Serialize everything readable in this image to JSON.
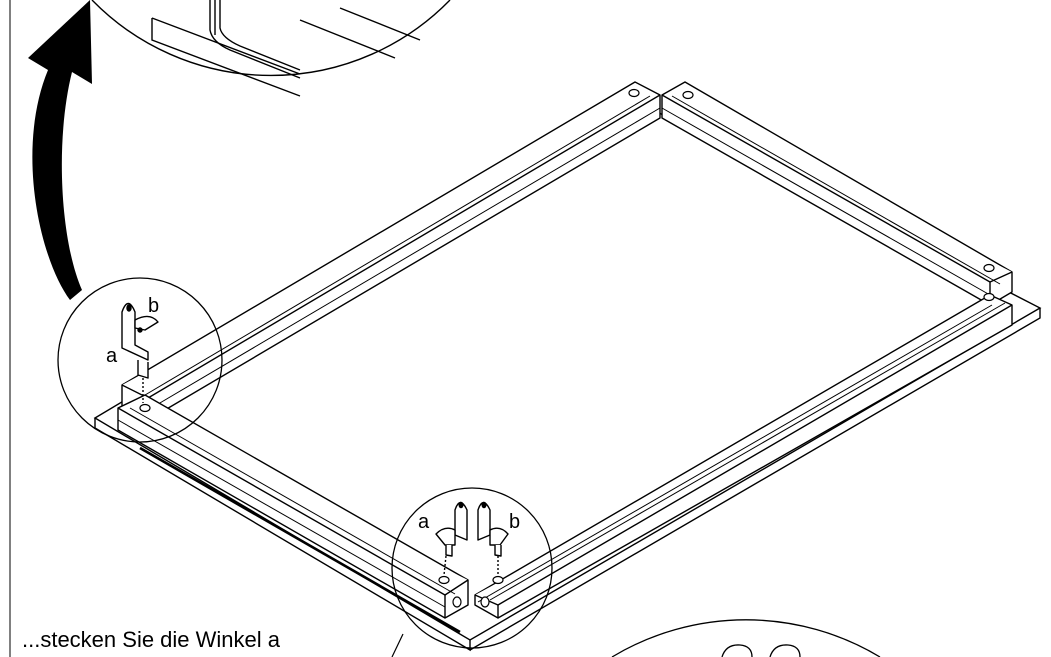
{
  "instruction_text": "...stecken Sie die Winkel a",
  "labels": {
    "left_a": "a",
    "left_b": "b",
    "center_a": "a",
    "center_b": "b"
  },
  "colors": {
    "line": "#000000",
    "background": "#ffffff",
    "arrow": "#000000"
  }
}
